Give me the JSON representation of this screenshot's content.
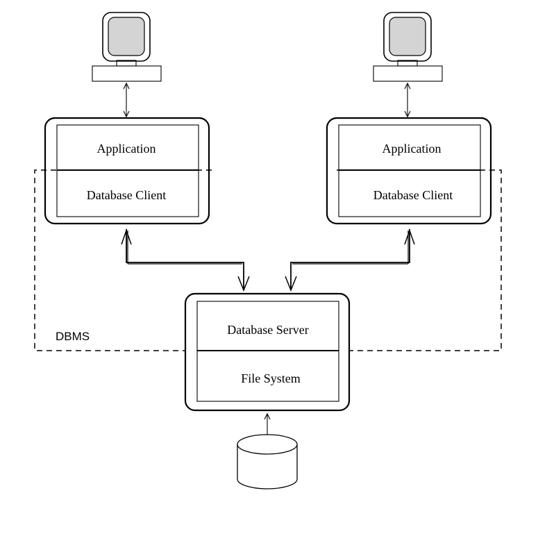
{
  "clients": [
    {
      "top_label": "Application",
      "bottom_label": "Database Client"
    },
    {
      "top_label": "Application",
      "bottom_label": "Database Client"
    }
  ],
  "server": {
    "top_label": "Database Server",
    "bottom_label": "File System"
  },
  "dbms_label": "DBMS",
  "colors": {
    "line": "#000000",
    "monitor_screen": "#d4d4d4",
    "monitor_bezel": "#ffffff",
    "background": "#ffffff"
  }
}
